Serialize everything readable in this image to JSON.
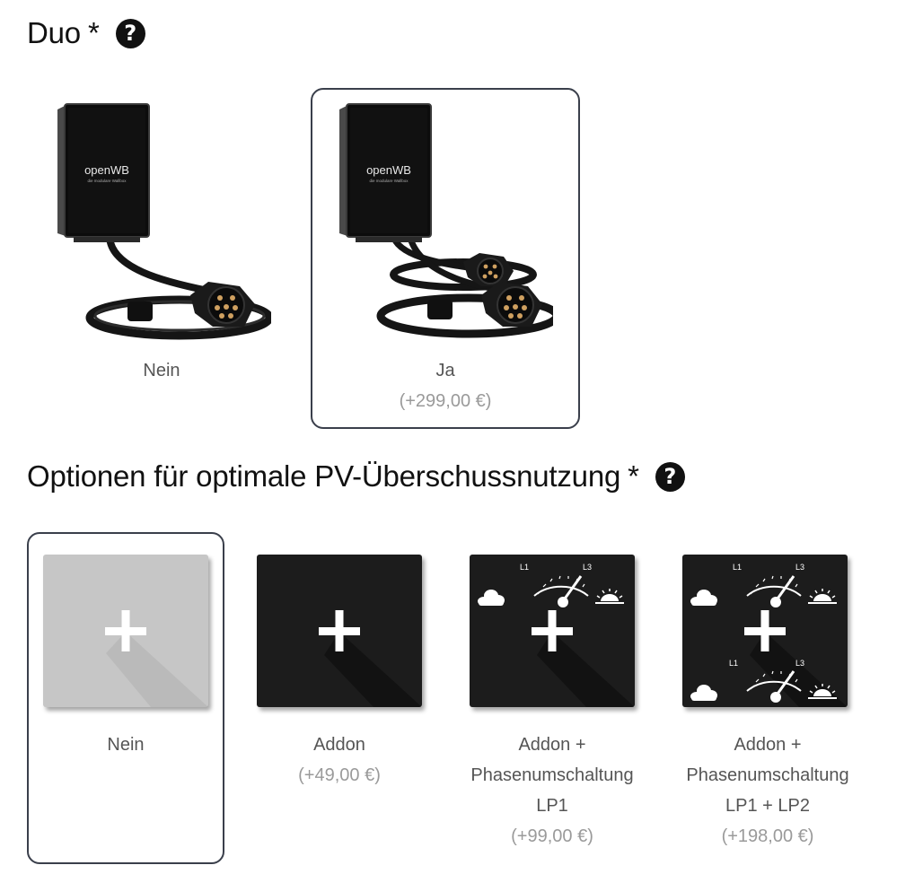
{
  "duo": {
    "title": "Duo",
    "required_mark": "*",
    "help_icon": "question-circle-icon",
    "options": [
      {
        "label": "Nein",
        "price": "",
        "selected": false
      },
      {
        "label": "Ja",
        "price": "(+299,00 €)",
        "selected": true
      }
    ]
  },
  "pv": {
    "title": "Optionen für optimale PV-Überschussnutzung",
    "required_mark": "*",
    "help_icon": "question-circle-icon",
    "options": [
      {
        "label_lines": [
          "Nein"
        ],
        "price": "",
        "selected": true
      },
      {
        "label_lines": [
          "Addon"
        ],
        "price": "(+49,00 €)",
        "selected": false
      },
      {
        "label_lines": [
          "Addon +",
          "Phasenumschaltung",
          "LP1"
        ],
        "price": "(+99,00 €)",
        "selected": false
      },
      {
        "label_lines": [
          "Addon +",
          "Phasenumschaltung",
          "LP1 + LP2"
        ],
        "price": "(+198,00 €)",
        "selected": false
      }
    ]
  },
  "branding": {
    "logo_text": "openWB",
    "logo_sub": "die modulare Wallbox",
    "gauge_left": "L1",
    "gauge_right": "L3"
  }
}
